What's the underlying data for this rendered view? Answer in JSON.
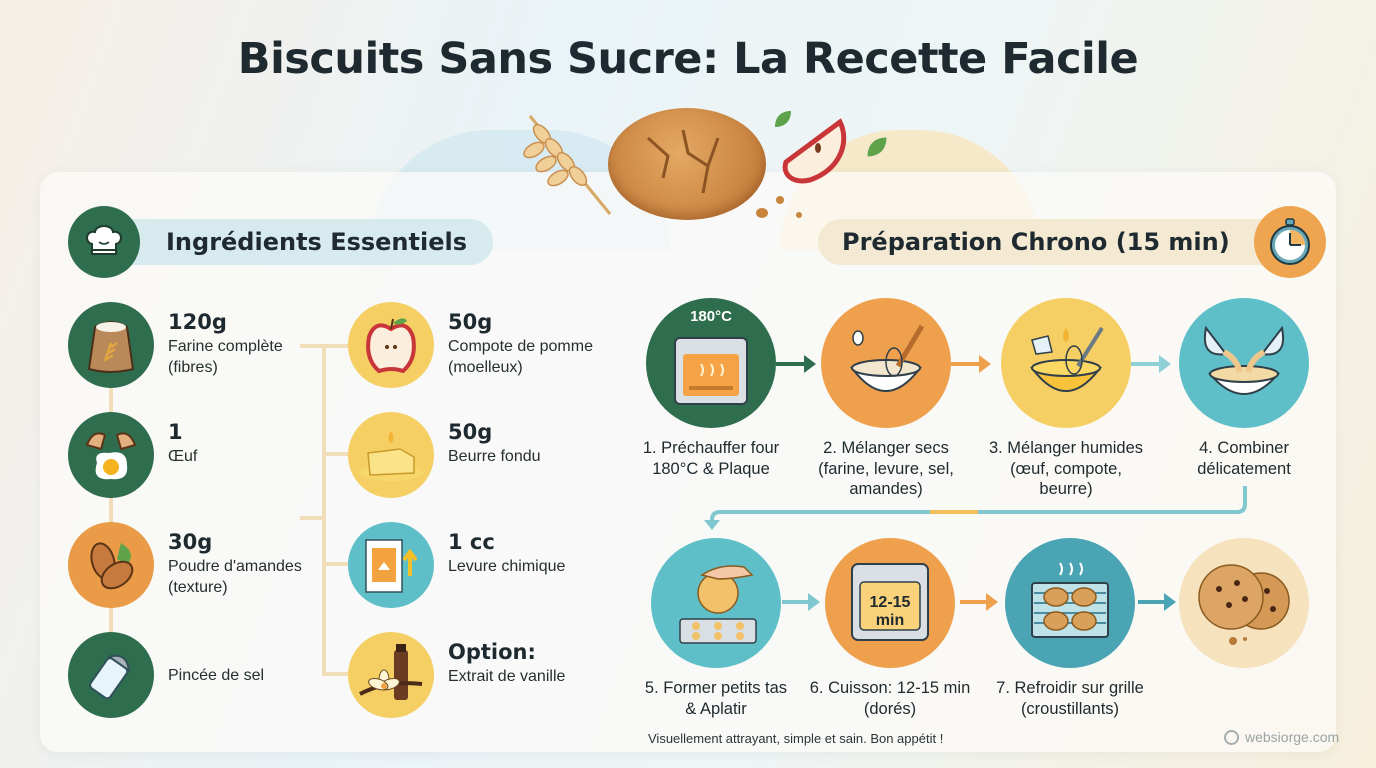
{
  "title": "Biscuits Sans Sucre: La Recette Facile",
  "colors": {
    "green": "#2f6d4f",
    "orange": "#eea04d",
    "yellow": "#f5cf63",
    "teal": "#5fbfc8",
    "cream": "#f5dfb4"
  },
  "hero": {
    "icons": [
      "wheat-icon",
      "cookie-icon",
      "apple-slice-icon",
      "leaf-icon"
    ]
  },
  "ingredients": {
    "header": "Ingrédients Essentiels",
    "header_icon": "chef-hat-icon",
    "left": [
      {
        "qty": "120g",
        "name": "Farine complète",
        "note": "(fibres)",
        "icon": "flour-sack-icon",
        "color": "green"
      },
      {
        "qty": "1",
        "name": "Œuf",
        "note": "",
        "icon": "egg-icon",
        "color": "green"
      },
      {
        "qty": "30g",
        "name": "Poudre d'amandes",
        "note": "(texture)",
        "icon": "almond-icon",
        "color": "orange"
      },
      {
        "qty": "",
        "name": "Pincée de sel",
        "note": "",
        "icon": "salt-shaker-icon",
        "color": "green"
      }
    ],
    "right": [
      {
        "qty": "50g",
        "name": "Compote de pomme",
        "note": "(moelleux)",
        "icon": "apple-icon",
        "color": "yellow"
      },
      {
        "qty": "50g",
        "name": "Beurre fondu",
        "note": "",
        "icon": "butter-icon",
        "color": "yellow"
      },
      {
        "qty": "1 cc",
        "name": "Levure chimique",
        "note": "",
        "icon": "baking-powder-icon",
        "color": "teal"
      },
      {
        "qty": "Option:",
        "name": "Extrait de vanille",
        "note": "",
        "icon": "vanilla-icon",
        "color": "yellow"
      }
    ]
  },
  "preparation": {
    "header": "Préparation Chrono (15 min)",
    "header_icon": "stopwatch-icon",
    "steps": [
      {
        "line1": "1. Préchauffer four",
        "line2": "180°C & Plaque",
        "line3": "",
        "icon": "oven-icon",
        "badge": "180°C",
        "color": "green"
      },
      {
        "line1": "2. Mélanger secs",
        "line2": "(farine, levure, sel,",
        "line3": "amandes)",
        "icon": "mixing-bowl-icon",
        "color": "orange"
      },
      {
        "line1": "3. Mélanger humides",
        "line2": "(œuf, compote,",
        "line3": "beurre)",
        "icon": "whisk-bowl-icon",
        "color": "yellow"
      },
      {
        "line1": "4. Combiner",
        "line2": "délicatement",
        "line3": "",
        "icon": "combine-bowls-icon",
        "color": "teal"
      },
      {
        "line1": "5. Former petits tas",
        "line2": "& Aplatir",
        "line3": "",
        "icon": "shape-dough-icon",
        "color": "teal"
      },
      {
        "line1": "6. Cuisson: 12-15 min",
        "line2": "(dorés)",
        "line3": "",
        "icon": "baking-oven-icon",
        "badge": "12-15",
        "badge2": "min",
        "color": "orange"
      },
      {
        "line1": "7. Refroidir sur grille",
        "line2": "(croustillants)",
        "line3": "",
        "icon": "cooling-rack-icon",
        "color": "teal"
      },
      {
        "line1": "",
        "line2": "",
        "line3": "",
        "icon": "finished-cookies-icon",
        "color": "cream"
      }
    ]
  },
  "footer": {
    "note": "Visuellement attrayant, simple et sain. Bon appétit !",
    "brand": "websiorge.com"
  }
}
